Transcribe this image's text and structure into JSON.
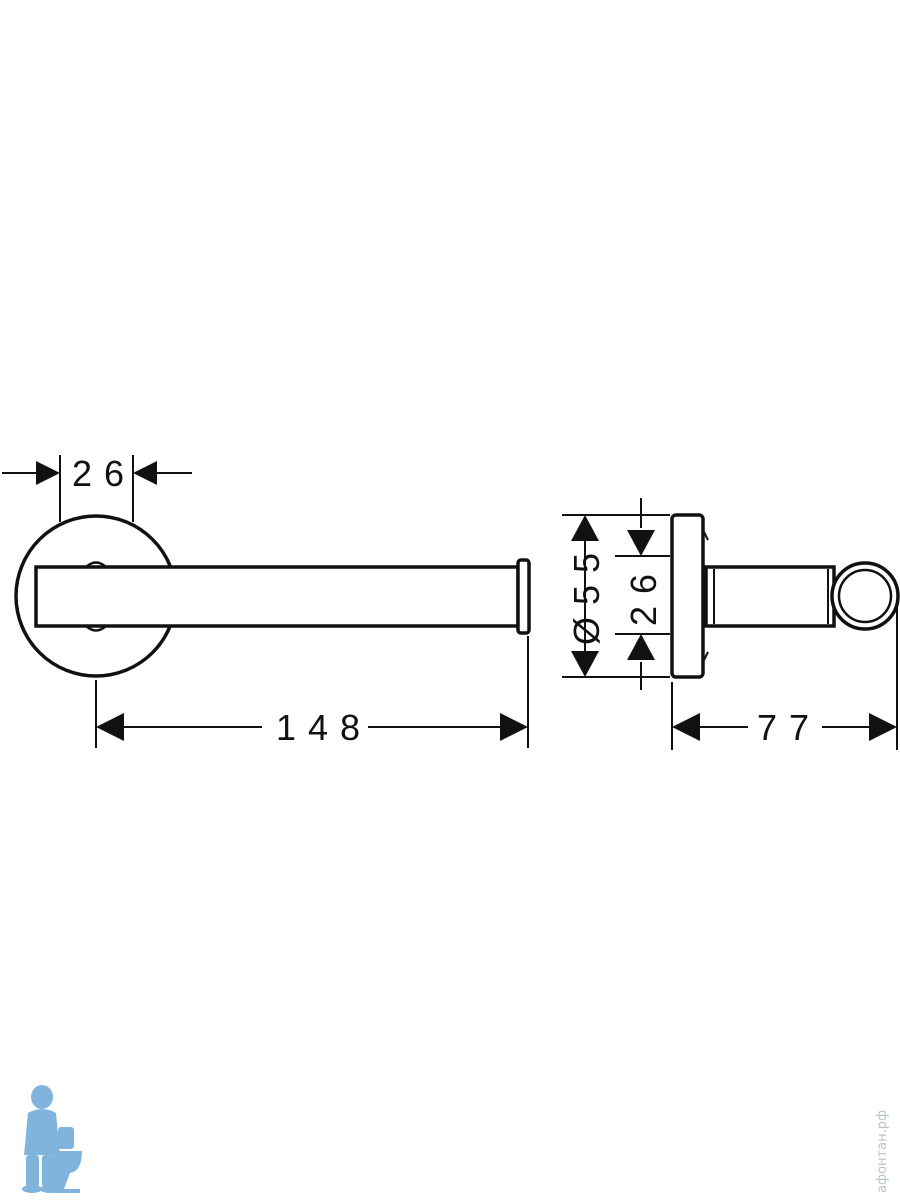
{
  "dimensions": {
    "front_top_width": "26",
    "front_arm_length": "148",
    "side_plate_diameter": "Ø55",
    "side_arm_diameter": "26",
    "side_depth": "77"
  },
  "watermark": {
    "logo_icon": "plumber-with-toilet-icon",
    "site_text": "афонтан.рф"
  },
  "colors": {
    "line": "#111111",
    "logo": "#6aa7d8",
    "watermark_text": "#b9c4cf"
  }
}
